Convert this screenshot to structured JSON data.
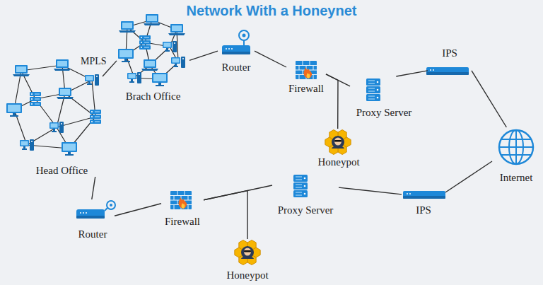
{
  "diagram": {
    "title": "Network With a Honeynet",
    "nodes": [
      {
        "text": [
          "Head Office"
        ]
      },
      {
        "text": [
          "Brach Office"
        ]
      },
      {
        "text": [
          "Router"
        ]
      },
      {
        "text": [
          "Firewall"
        ]
      },
      {
        "text": [
          "Proxy Server"
        ]
      },
      {
        "text": [
          "IPS"
        ]
      },
      {
        "text": [
          "Honeypot"
        ]
      },
      {
        "text": [
          "Internet"
        ]
      },
      {
        "text": [
          "Router"
        ]
      },
      {
        "text": [
          "Firewall"
        ]
      },
      {
        "text": [
          "Proxy Server"
        ]
      },
      {
        "text": [
          "Honeypot"
        ]
      },
      {
        "text": [
          "IPS"
        ]
      }
    ],
    "edges": [
      {
        "from": 0,
        "to": 1,
        "label": "MPLS",
        "arrow": "none"
      },
      {
        "from": 1,
        "to": 2,
        "arrow": "none"
      },
      {
        "from": 2,
        "to": 3,
        "arrow": "none"
      },
      {
        "from": 3,
        "to": 4,
        "arrow": "none"
      },
      {
        "from": 4,
        "to": 5,
        "arrow": "none"
      },
      {
        "from": 5,
        "to": 7,
        "arrow": "none"
      },
      {
        "from": 3,
        "to": 6,
        "arrow": "none"
      },
      {
        "from": 0,
        "to": 8,
        "arrow": "none"
      },
      {
        "from": 8,
        "to": 9,
        "arrow": "none"
      },
      {
        "from": 9,
        "to": 10,
        "arrow": "none"
      },
      {
        "from": 9,
        "to": 11,
        "arrow": "none"
      },
      {
        "from": 10,
        "to": 12,
        "arrow": "none"
      },
      {
        "from": 12,
        "to": 7,
        "arrow": "none"
      }
    ]
  }
}
